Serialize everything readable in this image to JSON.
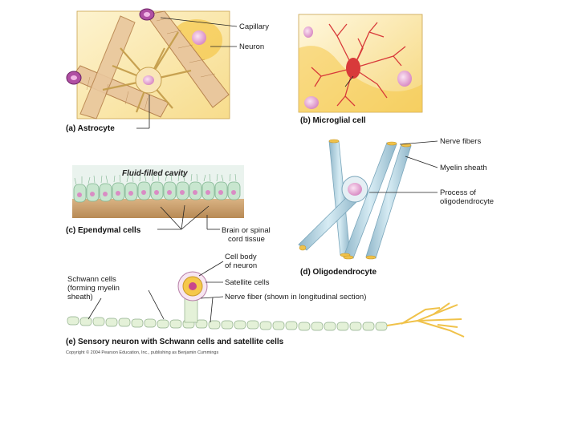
{
  "panels": {
    "a": {
      "caption": "(a) Astrocyte",
      "labels": {
        "capillary": "Capillary",
        "neuron": "Neuron"
      }
    },
    "b": {
      "caption": "(b) Microglial cell"
    },
    "c": {
      "caption": "(c) Ependymal cells",
      "labels": {
        "cavity": "Fluid-filled cavity",
        "brain_line1": "Brain or spinal",
        "brain_line2": "cord tissue"
      }
    },
    "d": {
      "caption": "(d) Oligodendrocyte",
      "labels": {
        "nerve_fibers": "Nerve fibers",
        "myelin": "Myelin sheath",
        "process_line1": "Process of",
        "process_line2": "oligodendrocyte"
      }
    },
    "e": {
      "caption": "(e) Sensory neuron with Schwann cells and satellite cells",
      "labels": {
        "cell_body_line1": "Cell body",
        "cell_body_line2": "of neuron",
        "satellite": "Satellite cells",
        "schwann_line1": "Schwann cells",
        "schwann_line2": "(forming myelin",
        "schwann_line3": "sheath)",
        "nerve_fiber": "Nerve fiber (shown in longitudinal section)"
      }
    }
  },
  "copyright": "Copyright © 2004 Pearson Education, Inc., publishing as Benjamin Cummings",
  "colors": {
    "astro_bg": "#fbe9b0",
    "glia": "#f2dcae",
    "capillary": "#d9a97a",
    "nucleus": "#e7a7d3",
    "microglia": "#d83a3a",
    "myelin": "#bcd9e6",
    "ependymal": "#c8e6cf",
    "tissue": "#c69a63",
    "axon": "#f0c24a"
  }
}
